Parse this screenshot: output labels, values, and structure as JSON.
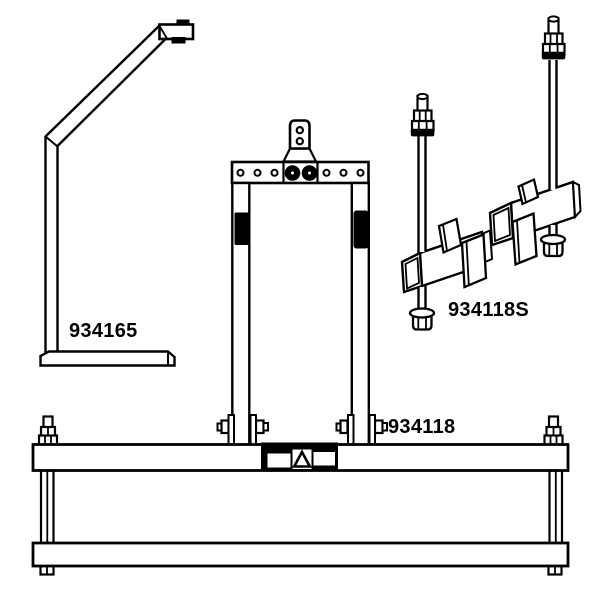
{
  "diagram": {
    "type": "parts-line-drawing",
    "background_color": "#ffffff",
    "line_color": "#000000",
    "labels": [
      {
        "text": "934165"
      },
      {
        "text": "934118S"
      },
      {
        "text": "934118"
      }
    ]
  }
}
